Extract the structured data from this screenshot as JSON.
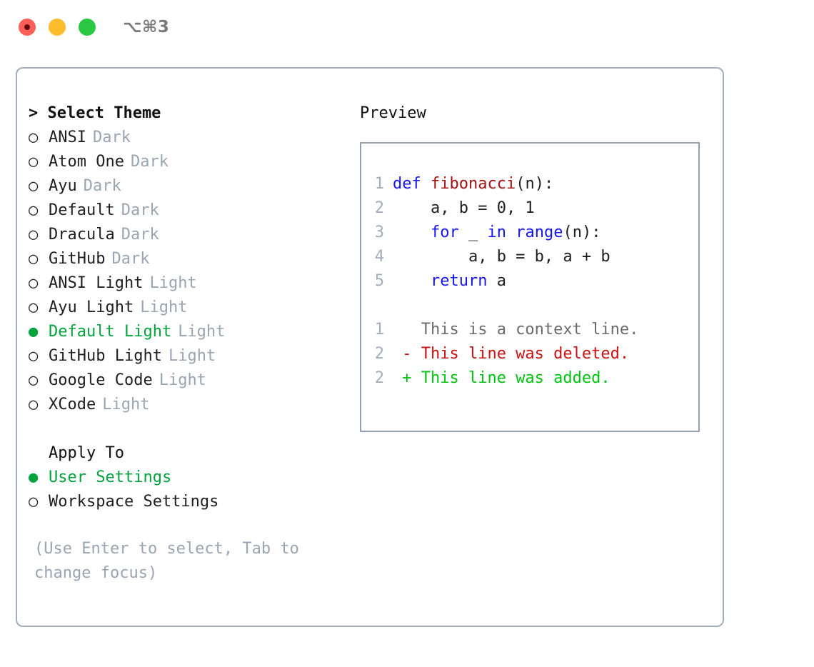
{
  "titlebar": {
    "shortcut": "⌥⌘3",
    "lights": [
      "close",
      "minimize",
      "maximize"
    ]
  },
  "theme_panel": {
    "header": "> Select Theme",
    "items": [
      {
        "marker": "○",
        "label": "ANSI",
        "tag": "Dark",
        "selected": false
      },
      {
        "marker": "○",
        "label": "Atom One",
        "tag": "Dark",
        "selected": false
      },
      {
        "marker": "○",
        "label": "Ayu",
        "tag": "Dark",
        "selected": false
      },
      {
        "marker": "○",
        "label": "Default",
        "tag": "Dark",
        "selected": false
      },
      {
        "marker": "○",
        "label": "Dracula",
        "tag": "Dark",
        "selected": false
      },
      {
        "marker": "○",
        "label": "GitHub",
        "tag": "Dark",
        "selected": false
      },
      {
        "marker": "○",
        "label": "ANSI Light",
        "tag": "Light",
        "selected": false
      },
      {
        "marker": "○",
        "label": "Ayu Light",
        "tag": "Light",
        "selected": false
      },
      {
        "marker": "●",
        "label": "Default Light",
        "tag": "Light",
        "selected": true
      },
      {
        "marker": "○",
        "label": "GitHub Light",
        "tag": "Light",
        "selected": false
      },
      {
        "marker": "○",
        "label": "Google Code",
        "tag": "Light",
        "selected": false
      },
      {
        "marker": "○",
        "label": "XCode",
        "tag": "Light",
        "selected": false
      }
    ]
  },
  "apply_panel": {
    "header": "Apply To",
    "items": [
      {
        "marker": "●",
        "label": "User Settings",
        "selected": true
      },
      {
        "marker": "○",
        "label": "Workspace Settings",
        "selected": false
      }
    ]
  },
  "hint": "(Use Enter to select, Tab to change focus)",
  "preview": {
    "title": "Preview",
    "code_lines": [
      {
        "ln": "1",
        "tokens": [
          {
            "t": "def ",
            "c": "kw"
          },
          {
            "t": "fibonacci",
            "c": "fn"
          },
          {
            "t": "(n):",
            "c": "pl"
          }
        ]
      },
      {
        "ln": "2",
        "tokens": [
          {
            "t": "    a, b = 0, 1",
            "c": "pl"
          }
        ]
      },
      {
        "ln": "3",
        "tokens": [
          {
            "t": "    ",
            "c": "pl"
          },
          {
            "t": "for",
            "c": "kw"
          },
          {
            "t": " _ ",
            "c": "pl"
          },
          {
            "t": "in",
            "c": "kw"
          },
          {
            "t": " ",
            "c": "pl"
          },
          {
            "t": "range",
            "c": "kw"
          },
          {
            "t": "(n):",
            "c": "pl"
          }
        ]
      },
      {
        "ln": "4",
        "tokens": [
          {
            "t": "        a, b = b, a + b",
            "c": "pl"
          }
        ]
      },
      {
        "ln": "5",
        "tokens": [
          {
            "t": "    ",
            "c": "pl"
          },
          {
            "t": "return",
            "c": "kw"
          },
          {
            "t": " a",
            "c": "pl"
          }
        ]
      }
    ],
    "diff_lines": [
      {
        "ln": "1",
        "tokens": [
          {
            "t": "   This is a context line.",
            "c": "ctx"
          }
        ]
      },
      {
        "ln": "2",
        "tokens": [
          {
            "t": " - This line was deleted.",
            "c": "del"
          }
        ]
      },
      {
        "ln": "2",
        "tokens": [
          {
            "t": " + This line was added.",
            "c": "add"
          }
        ]
      }
    ]
  },
  "colors": {
    "accent_green": "#00a33c",
    "keyword_blue": "#1616ef",
    "function_red": "#a31111",
    "diff_deleted": "#cc1111",
    "diff_added": "#00c40f",
    "muted_gray": "#9aa5b4",
    "border": "#a3aebd",
    "traffic_red": "#ff5f57",
    "traffic_yellow": "#ffbd2e",
    "traffic_green": "#28c840"
  }
}
